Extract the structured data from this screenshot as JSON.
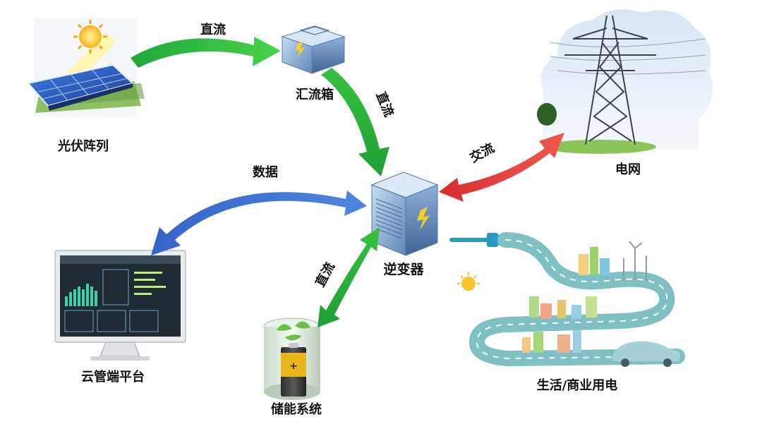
{
  "nodes": {
    "pv_array": "光伏阵列",
    "combiner_box": "汇流箱",
    "inverter": "逆变器",
    "grid": "电网",
    "cloud_platform": "云管端平台",
    "energy_storage": "储能系统",
    "consumption": "生活/商业用电"
  },
  "flows": {
    "pv_to_combiner": "直流",
    "combiner_to_inverter": "直流",
    "inverter_grid": "交流",
    "platform_inverter": "数据",
    "storage_inverter": "直流"
  },
  "colors": {
    "dc_arrow": "#2fbf3c",
    "ac_arrow": "#e23a3a",
    "data_arrow": "#3a6fd0",
    "label_text": "#111111"
  },
  "icons": {
    "pv": "solar-panel-icon",
    "combiner": "combiner-box-icon",
    "inverter": "inverter-cabinet-icon",
    "grid": "transmission-tower-icon",
    "platform": "monitor-dashboard-icon",
    "storage": "battery-icon",
    "consumption": "city-road-icon"
  }
}
